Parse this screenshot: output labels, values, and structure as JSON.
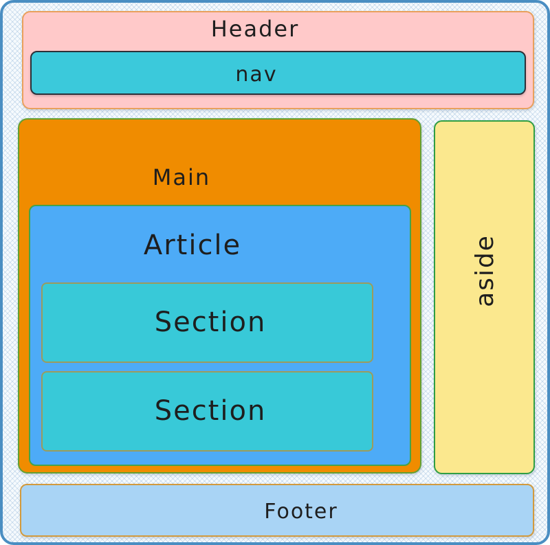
{
  "diagram": {
    "boxes": {
      "header": {
        "label": "Header",
        "fill": "#ffc9c9",
        "border": "#e9a05c"
      },
      "nav": {
        "label": "nav",
        "fill": "#3bc9db",
        "border": "#2c3038"
      },
      "main": {
        "label": "Main",
        "fill": "#f08c00",
        "border": "#63a033"
      },
      "article": {
        "label": "Article",
        "fill": "#4dabf7",
        "border": "#44a24b"
      },
      "sections": [
        {
          "label": "Section",
          "fill": "#38c9d8",
          "border": "#9b9b5e"
        },
        {
          "label": "Section",
          "fill": "#38c9d8",
          "border": "#9b9b5e"
        }
      ],
      "aside": {
        "label": "aside",
        "fill": "#fbe88e",
        "border": "#2f9e44",
        "text_rotation_deg": -90
      },
      "footer": {
        "label": "Footer",
        "fill": "#a9d4f5",
        "border": "#d29a3d"
      }
    },
    "canvas": {
      "frame_border_color": "#4a8ec2",
      "background_pattern": "light-blue-crosshatch",
      "text_color": "#1e1e1e"
    }
  }
}
